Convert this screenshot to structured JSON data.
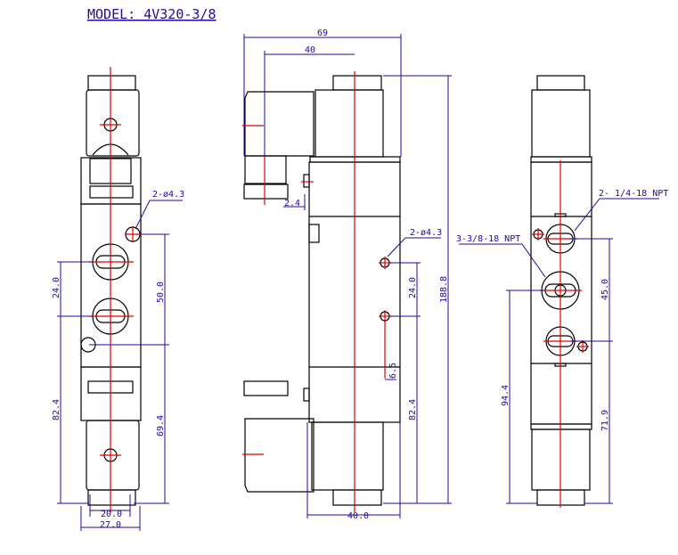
{
  "title": "MODEL: 4V320-3/8",
  "colors": {
    "outline": "#000000",
    "centerline": "#e00000",
    "dimension": "#1e0aa0"
  },
  "left_view": {
    "hole_label": "2-ø4.3",
    "dims": {
      "port_pitch": "24.0",
      "left_height": "82.4",
      "mount_pitch": "50.0",
      "mount_height": "69.4",
      "inner_width": "20.0",
      "outer_width": "27.0"
    }
  },
  "side_view": {
    "dims": {
      "overall_width": "69",
      "coil_offset": "40",
      "overall_height": "188.8",
      "port_pitch": "24.0",
      "port_height": "82.4",
      "body_width": "40.0",
      "hole_offset": "6.5",
      "step": "2.4"
    },
    "hole_label": "2-ø4.3"
  },
  "right_view": {
    "small_port_label": "2- 1/4-18 NPT",
    "large_port_label": "3-3/8-18 NPT",
    "dims": {
      "port_pitch": "45.0",
      "center_height": "94.4",
      "lower_height": "71.9"
    }
  }
}
